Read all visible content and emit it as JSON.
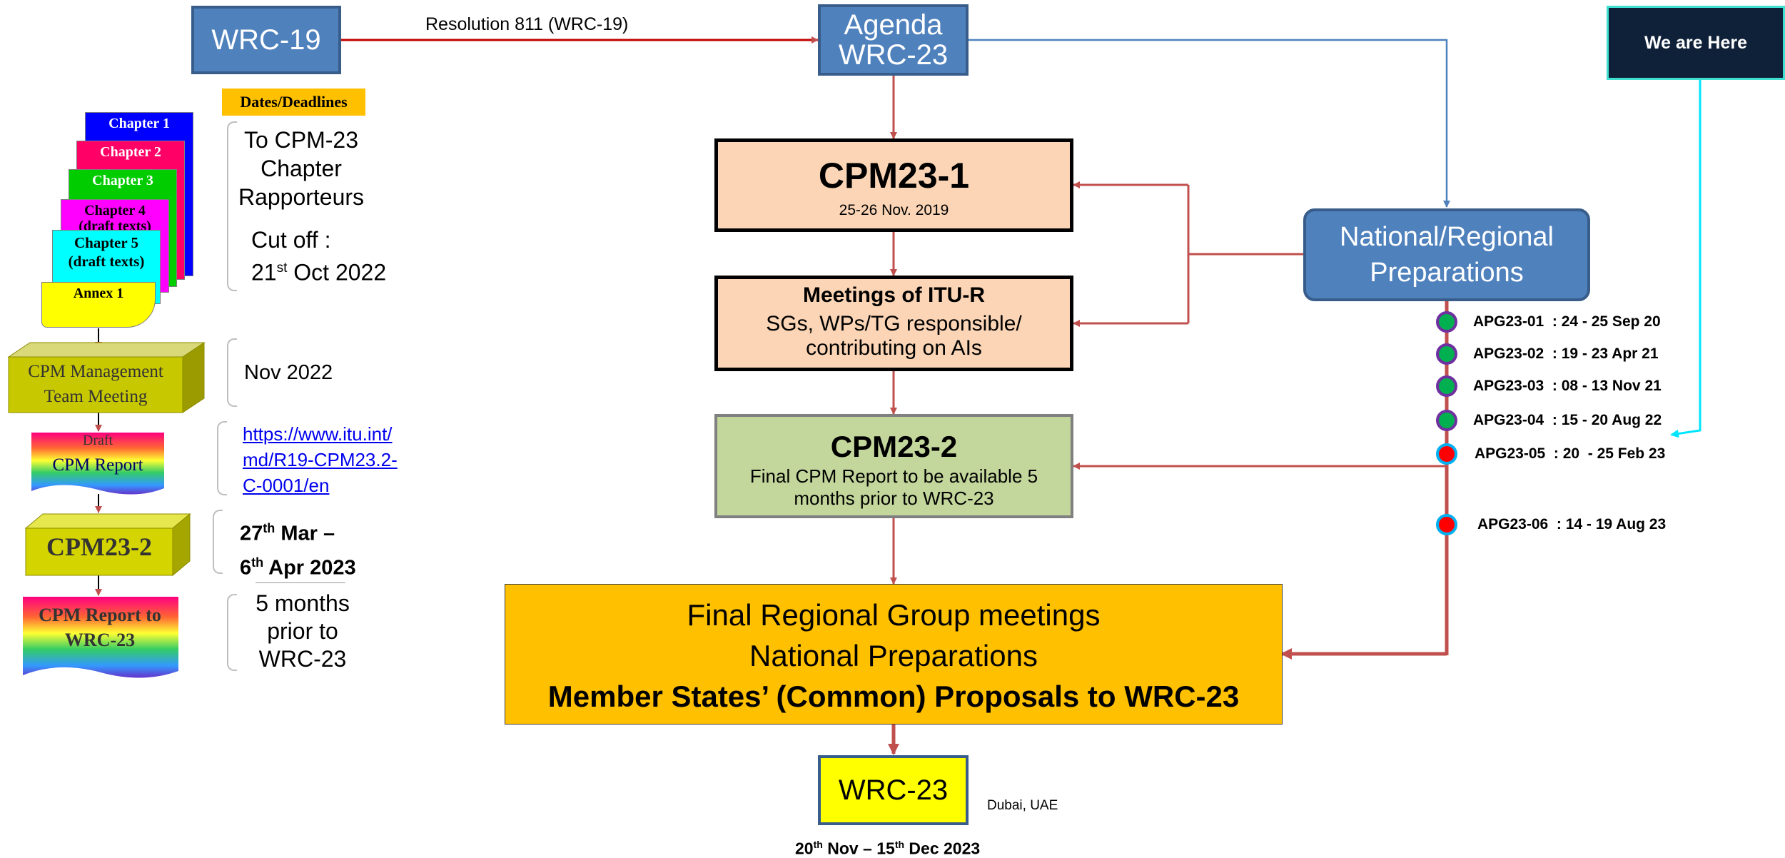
{
  "wrc19": {
    "label": "WRC-19"
  },
  "resolution": {
    "label": "Resolution 811 (WRC-19)"
  },
  "agenda": {
    "line1": "Agenda",
    "line2": "WRC-23"
  },
  "we_are_here": {
    "label": "We are Here"
  },
  "dates_deadlines": {
    "label": "Dates/Deadlines"
  },
  "chapters": [
    "Chapter 1",
    "Chapter 2",
    "Chapter 3",
    "Chapter 4\n(draft texts)",
    "Chapter 5\n(draft texts)",
    "Annex 1"
  ],
  "deadline1": {
    "line1": "To CPM-23",
    "line2": "Chapter",
    "line3": "Rapporteurs",
    "line4": "Cut off :",
    "line5_day": "21",
    "line5_sup": "st",
    "line5_rest": " Oct 2022"
  },
  "cpm_mgmt": {
    "label": "CPM Management Team Meeting",
    "date": "Nov 2022"
  },
  "draft_report": {
    "small": "Draft",
    "label": "CPM Report",
    "link": "https://www.itu.int/md/R19-CPM23.2-C-0001/en"
  },
  "cpm232_left": {
    "label": "CPM23-2",
    "d1": "27",
    "d1_sup": "th",
    "d1_rest": " Mar –",
    "d2": "6",
    "d2_sup": "th",
    "d2_rest": " Apr 2023"
  },
  "final_report": {
    "label": "CPM Report to WRC-23",
    "note": "5 months prior to WRC-23"
  },
  "cpm231": {
    "title": "CPM23-1",
    "date": "25-26 Nov. 2019"
  },
  "meetings": {
    "title": "Meetings of ITU-R",
    "line1": "SGs, WPs/TG responsible/",
    "line2": "contributing on AIs"
  },
  "cpm232": {
    "title": "CPM23-2",
    "line1": "Final CPM Report to be available 5",
    "line2": "months prior to WRC-23"
  },
  "national": {
    "line1": "National/Regional",
    "line2": "Preparations"
  },
  "apg": [
    {
      "code": "APG23-01",
      "dates": ": 24 - 25 Sep 20",
      "status": "done"
    },
    {
      "code": "APG23-02",
      "dates": ": 19 - 23 Apr 21",
      "status": "done"
    },
    {
      "code": "APG23-03",
      "dates": ": 08 - 13 Nov 21",
      "status": "done"
    },
    {
      "code": "APG23-04",
      "dates": ": 15 - 20 Aug 22",
      "status": "done"
    },
    {
      "code": "APG23-05",
      "dates": ": 20  - 25 Feb 23",
      "status": "upcoming"
    },
    {
      "code": "APG23-06",
      "dates": ": 14 - 19 Aug 23",
      "status": "upcoming"
    }
  ],
  "final_regional": {
    "line1": "Final Regional Group meetings",
    "line2": "National Preparations",
    "line3": "Member States’ (Common) Proposals to WRC-23"
  },
  "wrc23": {
    "label": "WRC-23",
    "location": "Dubai, UAE",
    "d1": "20",
    "d1_sup": "th",
    "d1_mid": " Nov – 15",
    "d2_sup": "th",
    "d2_rest": " Dec 2023"
  },
  "colors": {
    "arrow_red": "#c0504d",
    "arrow_blue": "#4f81bd",
    "peach": "#fbd5b5",
    "green_box": "#c3d69b",
    "gold": "#ffc000",
    "yellow": "#ffff00",
    "cyan": "#00e5ff",
    "dot_done": "#00b050",
    "dot_upcoming": "#ff0000"
  }
}
